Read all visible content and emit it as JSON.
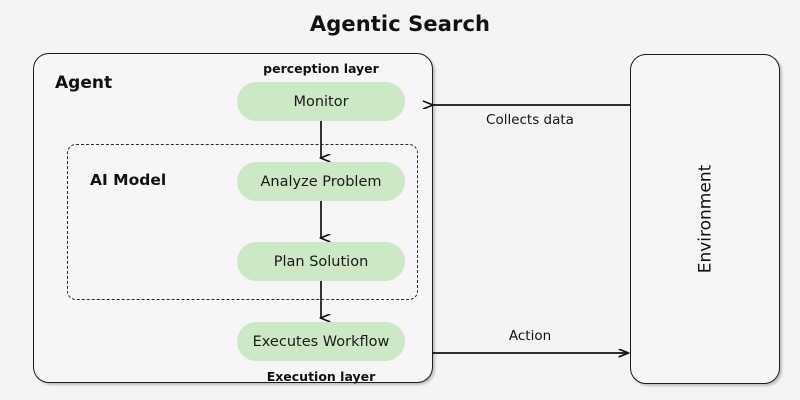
{
  "title": "Agentic Search",
  "containers": {
    "agent": {
      "label": "Agent"
    },
    "ai_model": {
      "label": "AI Model"
    },
    "environment": {
      "label": "Environment"
    }
  },
  "layers": {
    "perception": "perception layer",
    "execution": "Execution layer"
  },
  "nodes": [
    {
      "id": "monitor",
      "label": "Monitor"
    },
    {
      "id": "analyze-problem",
      "label": "Analyze Problem"
    },
    {
      "id": "plan-solution",
      "label": "Plan Solution"
    },
    {
      "id": "executes-workflow",
      "label": "Executes Workflow"
    }
  ],
  "edges": [
    {
      "id": "collects-data",
      "label": "Collects data",
      "from": "environment",
      "to": "agent",
      "direction": "left"
    },
    {
      "id": "action",
      "label": "Action",
      "from": "executes-workflow",
      "to": "environment",
      "direction": "right"
    }
  ],
  "colors": {
    "node_fill": "#cce8c6",
    "background": "#f4f4f4",
    "container_fill": "#f6f6f6",
    "stroke": "#1b1b1b",
    "text": "#111111"
  }
}
